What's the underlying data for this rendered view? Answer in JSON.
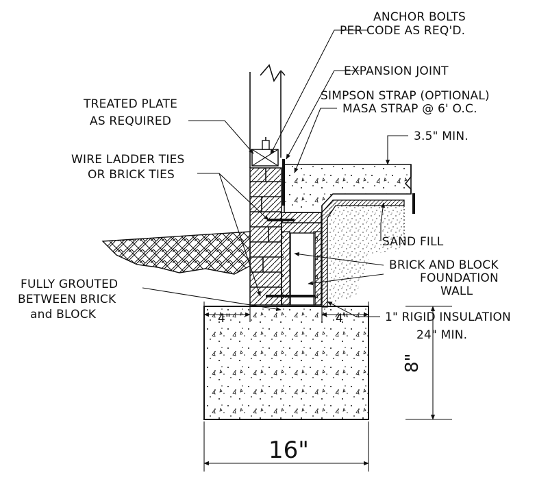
{
  "labels": {
    "anchor_bolts_1": "ANCHOR BOLTS",
    "anchor_bolts_2": "PER CODE AS REQ'D.",
    "expansion_joint": "EXPANSION JOINT",
    "simpson_strap": "SIMPSON STRAP (OPTIONAL)",
    "masa_strap": "MASA STRAP @ 6' O.C.",
    "slab_min": "3.5\" MIN.",
    "treated_plate_1": "TREATED PLATE",
    "treated_plate_2": "AS REQUIRED",
    "wire_ties_1": "WIRE LADDER TIES",
    "wire_ties_2": "OR BRICK TIES",
    "sand_fill": "SAND FILL",
    "foundation_1": "BRICK AND BLOCK",
    "foundation_2": "FOUNDATION",
    "foundation_3": "WALL",
    "grouted_1": "FULLY GROUTED",
    "grouted_2": "BETWEEN BRICK",
    "grouted_3": "and BLOCK",
    "dim_left": "4\"",
    "dim_right": "4\"",
    "rigid_insulation": "1\" RIGID INSULATION",
    "insulation_min": "24\" MIN.",
    "footing_width": "16\"",
    "footing_depth": "8\""
  }
}
